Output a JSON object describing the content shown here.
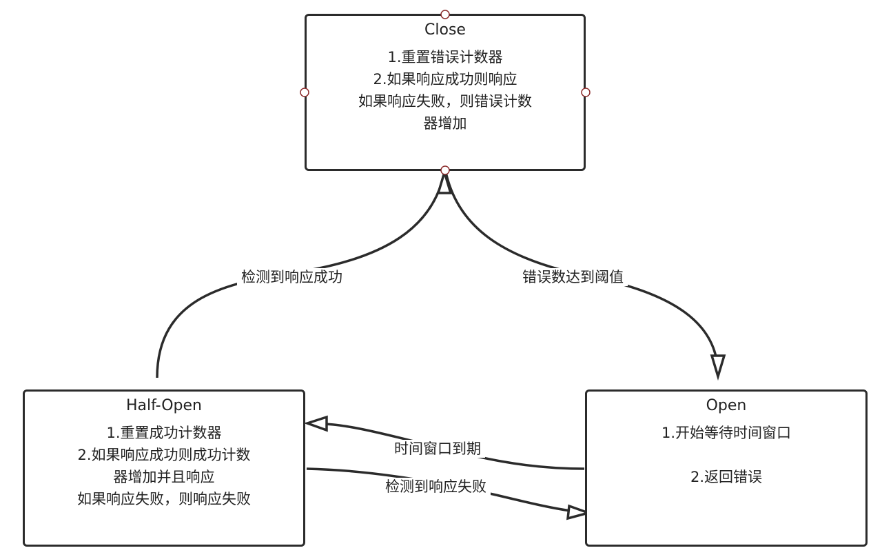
{
  "states": {
    "close": {
      "title": "Close",
      "lines": [
        "1.重置错误计数器",
        "2.如果响应成功则响应",
        "如果响应失败，则错误计数",
        "器增加"
      ]
    },
    "half_open": {
      "title": "Half-Open",
      "lines": [
        "1.重置成功计数器",
        "2.如果响应成功则成功计数",
        "器增加并且响应",
        "如果响应失败，则响应失败"
      ]
    },
    "open": {
      "title": "Open",
      "lines": [
        "1.开始等待时间窗口",
        "2.返回错误"
      ]
    }
  },
  "transitions": {
    "half_to_close": "检测到响应成功",
    "close_to_open": "错误数达到阈值",
    "open_to_half": "时间窗口到期",
    "half_to_open": "检测到响应失败"
  }
}
